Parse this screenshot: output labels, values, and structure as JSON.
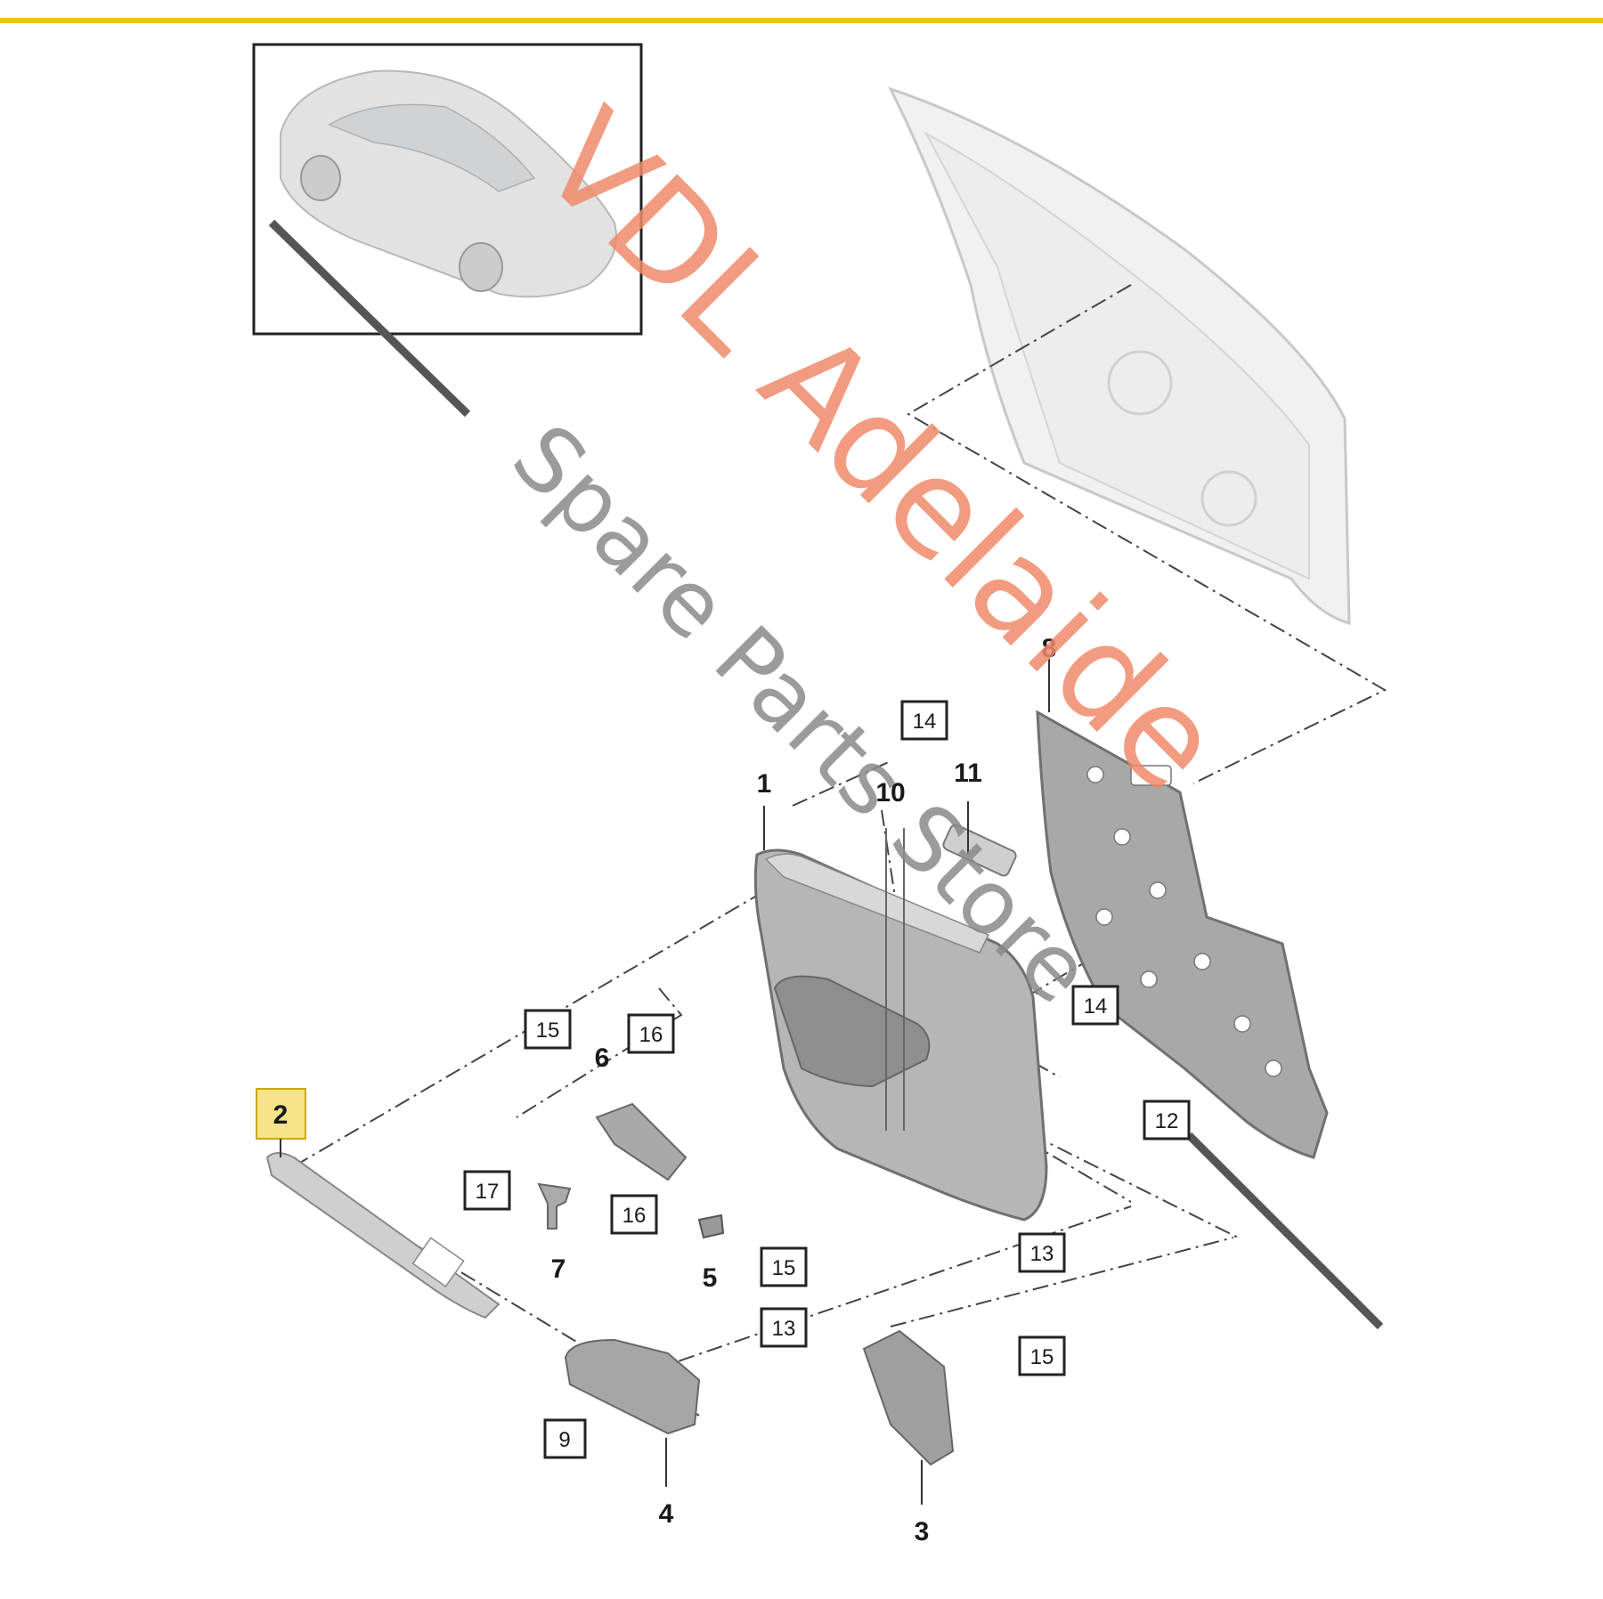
{
  "colors": {
    "top_rule": "#f0c419",
    "highlight_fill": "#f7e38a",
    "watermark_red": "#f08a6a",
    "watermark_grey": "#8a8a8a",
    "part_grey": "#9a9a9a"
  },
  "watermark": {
    "line1": "VDL Adelaide",
    "line2": "Spare Parts Store"
  },
  "callouts": {
    "c1": "1",
    "c2": "2",
    "c3": "3",
    "c4": "4",
    "c5": "5",
    "c6": "6",
    "c7": "7",
    "c8": "8",
    "c9": "9",
    "c10": "10",
    "c11": "11",
    "c12": "12",
    "c13a": "13",
    "c13b": "13",
    "c14a": "14",
    "c14b": "14",
    "c15a": "15",
    "c15b": "15",
    "c15c": "15",
    "c16a": "16",
    "c16b": "16",
    "c17": "17"
  },
  "highlighted_part": "2"
}
